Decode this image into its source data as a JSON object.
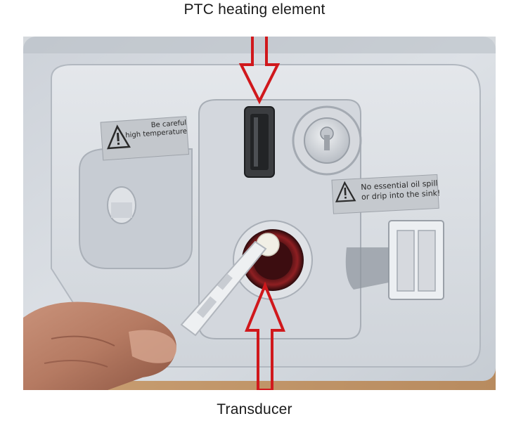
{
  "captions": {
    "top": "PTC heating element",
    "bottom": "Transducer"
  },
  "stickers": {
    "left": {
      "line1": "Be careful",
      "line2": "high temperature"
    },
    "right": {
      "line1": "No essential oil spill",
      "line2": "or drip into the sink!"
    }
  },
  "colors": {
    "arrow": "#d0181c",
    "housing": "#d9dde3",
    "sticker": "#c8ccd0",
    "transducer_ring": "#8e1f22"
  },
  "icons": {
    "warning": "warning-triangle-icon",
    "arrow_down": "arrow-down-icon",
    "arrow_up": "arrow-up-icon"
  }
}
